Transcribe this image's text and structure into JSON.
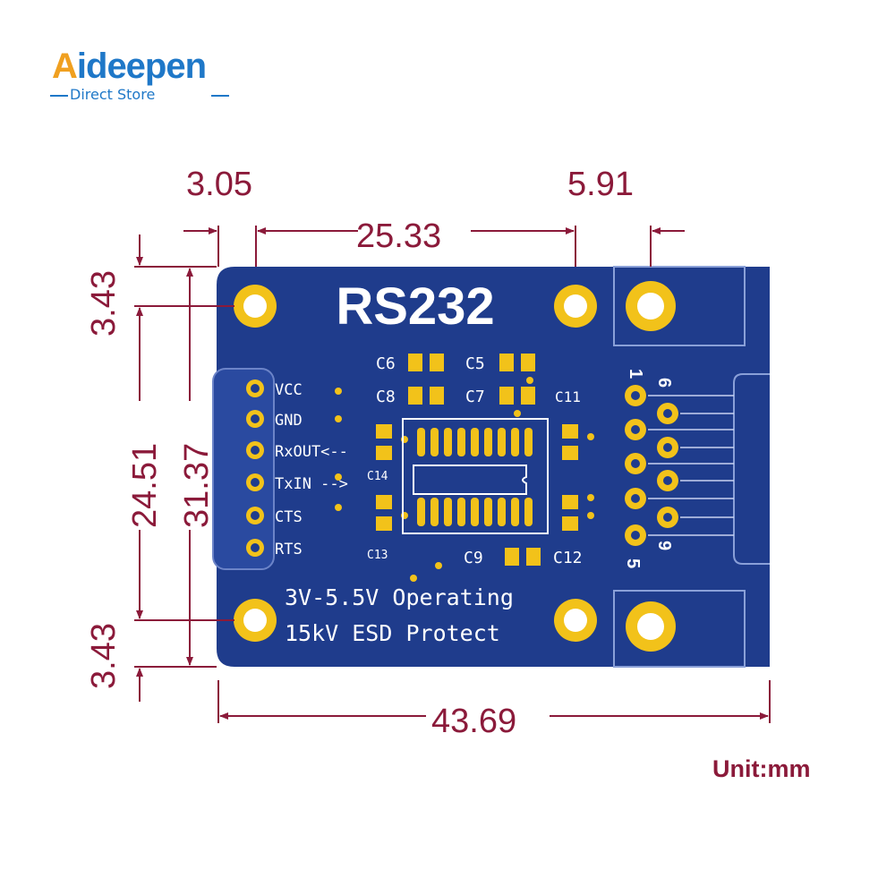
{
  "logo": {
    "brand": "Aideepen",
    "brand_first": "A",
    "brand_rest": "ideepen",
    "subtitle": "Direct Store"
  },
  "dimensions": {
    "top_left_offset": "3.05",
    "hole_spacing_x": "25.33",
    "connector_offset": "5.91",
    "top_margin": "3.43",
    "hole_spacing_y": "24.51",
    "board_height": "31.37",
    "bottom_margin": "3.43",
    "board_width": "43.69"
  },
  "unit_label": "Unit:mm",
  "board": {
    "title": "RS232",
    "pins": [
      "VCC",
      "GND",
      "RxOUT<--",
      "TxIN -->",
      "CTS",
      "RTS"
    ],
    "capacitors": {
      "c5": "C5",
      "c6": "C6",
      "c7": "C7",
      "c8": "C8",
      "c9": "C9",
      "c11": "C11",
      "c12": "C12",
      "c13": "C13",
      "c14": "C14"
    },
    "db9_numbers": {
      "n1": "1",
      "n6": "6",
      "n9": "9",
      "n5": "5"
    },
    "line1": "3V-5.5V Operating",
    "line2": "15kV ESD Protect"
  },
  "colors": {
    "pcb": "#1f3c8c",
    "pad": "#f2c21a",
    "dimension": "#8b1a3a",
    "silkscreen": "#ffffff"
  }
}
